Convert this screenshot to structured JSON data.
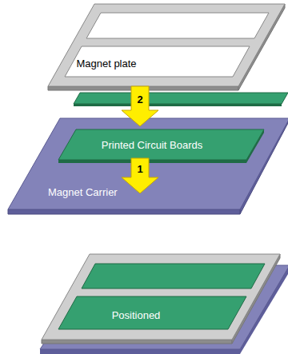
{
  "diagram": {
    "labels": [
      "Magnet plate",
      "2",
      "Printed Circuit Boards",
      "1",
      "Magnet Carrier",
      "Positioned"
    ]
  }
}
